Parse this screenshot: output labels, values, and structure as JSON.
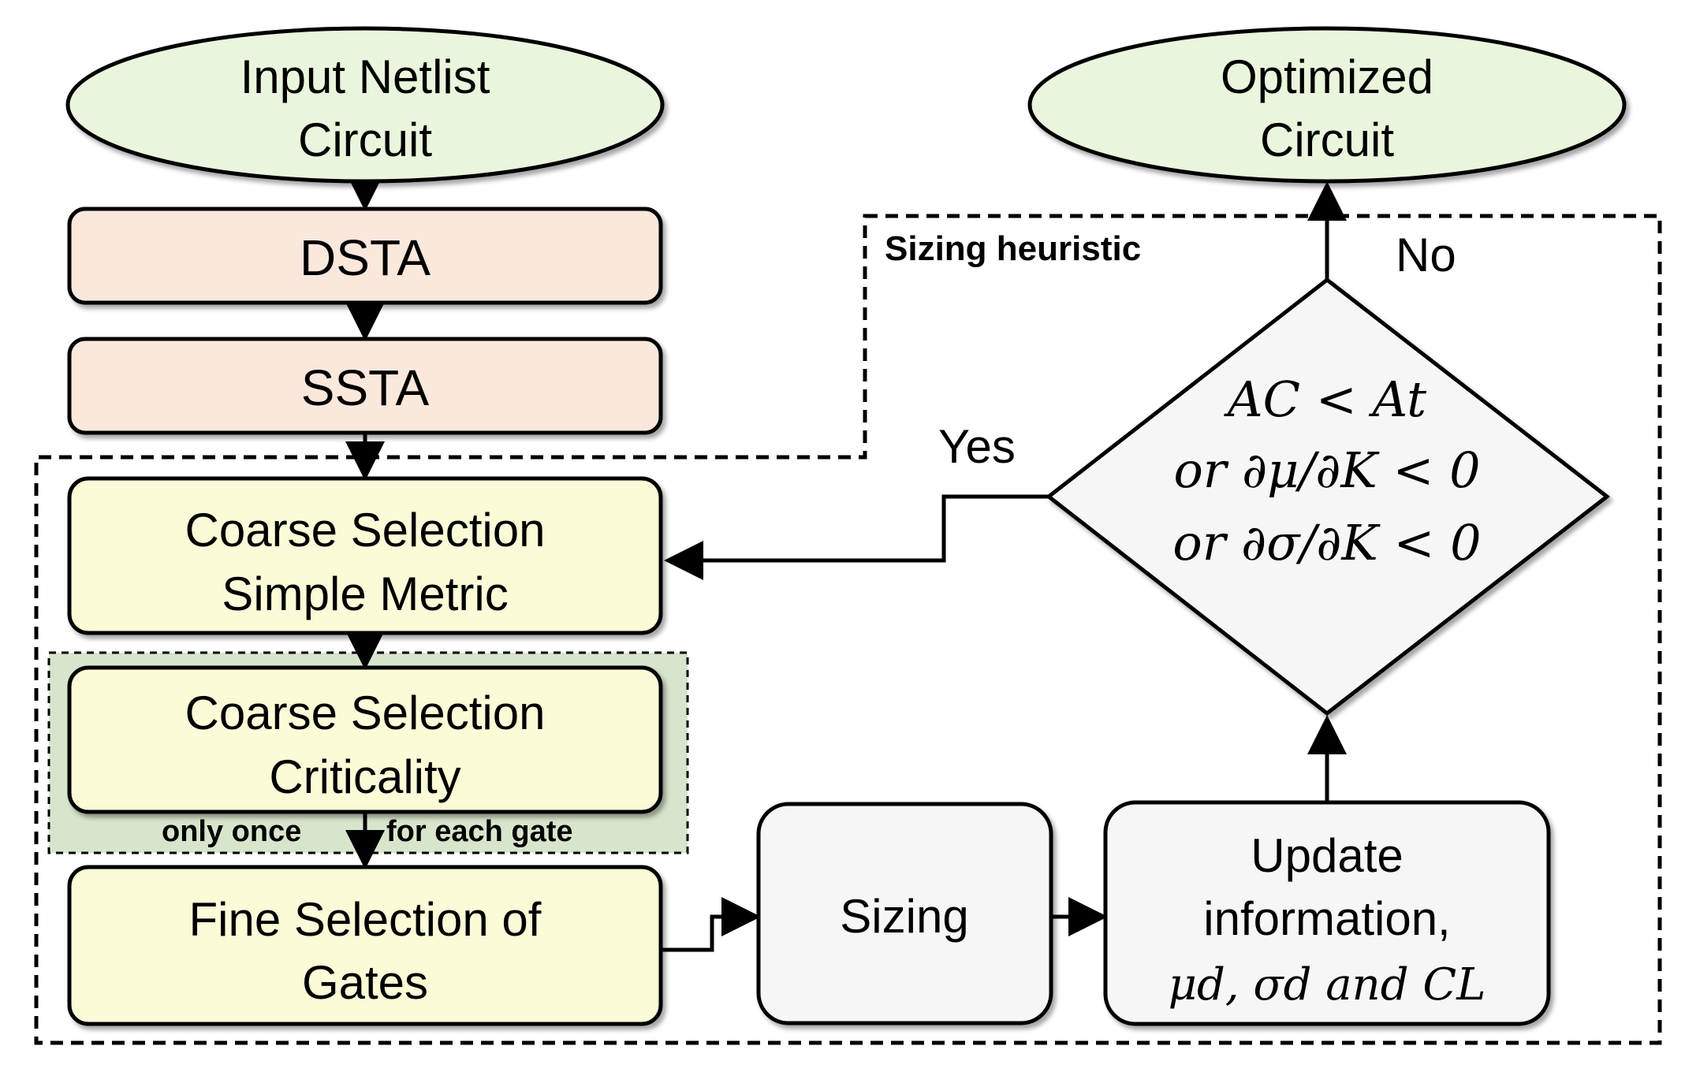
{
  "colors": {
    "terminal_fill": "#e9f5dc",
    "sta_fill": "#fbe8dc",
    "selection_fill": "#fbfbd8",
    "criticality_region_fill": "#d7e5cc",
    "process_fill": "#f6f6f6",
    "stroke": "#000000"
  },
  "nodes": {
    "input": {
      "line1": "Input Netlist",
      "line2": "Circuit"
    },
    "output": {
      "line1": "Optimized",
      "line2": "Circuit"
    },
    "dsta": "DSTA",
    "ssta": "SSTA",
    "coarse_simple": {
      "line1": "Coarse Selection",
      "line2": "Simple Metric"
    },
    "coarse_criticality": {
      "line1": "Coarse Selection",
      "line2": "Criticality"
    },
    "fine_selection": {
      "line1": "Fine Selection of",
      "line2": "Gates"
    },
    "sizing": "Sizing",
    "update": {
      "line1": "Update",
      "line2": "information,",
      "line3": "μd, σd and CL"
    },
    "decision": {
      "line1": "AC < At",
      "line2": "or ∂μ/∂K < 0",
      "line3": "or ∂σ/∂K < 0"
    }
  },
  "labels": {
    "sizing_heuristic": "Sizing heuristic",
    "only_once": "only once",
    "for_each_gate": "for each gate",
    "yes": "Yes",
    "no": "No"
  },
  "icons": {
    "arrowhead": "arrowhead-icon"
  }
}
